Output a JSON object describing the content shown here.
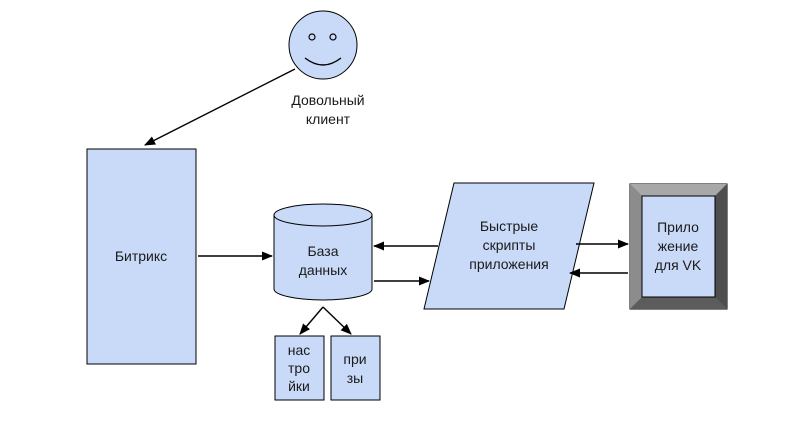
{
  "nodes": {
    "client": {
      "icon": "smiley-face-icon",
      "label_lines": [
        "Довольный",
        "клиент"
      ]
    },
    "bitrix": {
      "label_lines": [
        "Битрикс"
      ]
    },
    "database": {
      "label_lines": [
        "База",
        "данных"
      ]
    },
    "scripts": {
      "label_lines": [
        "Быстрые",
        "скрипты",
        "приложения"
      ]
    },
    "vk_app": {
      "label_lines": [
        "Прило",
        "жение",
        "для VK"
      ]
    },
    "settings": {
      "label_lines": [
        "нас",
        "тро",
        "йки"
      ]
    },
    "prizes": {
      "label_lines": [
        "при",
        "зы"
      ]
    }
  },
  "colors": {
    "shape_fill": "#c9daf8",
    "outline": "#000000",
    "bevel_light": "#9a9a9a",
    "bevel_dark": "#4a4a4a"
  }
}
